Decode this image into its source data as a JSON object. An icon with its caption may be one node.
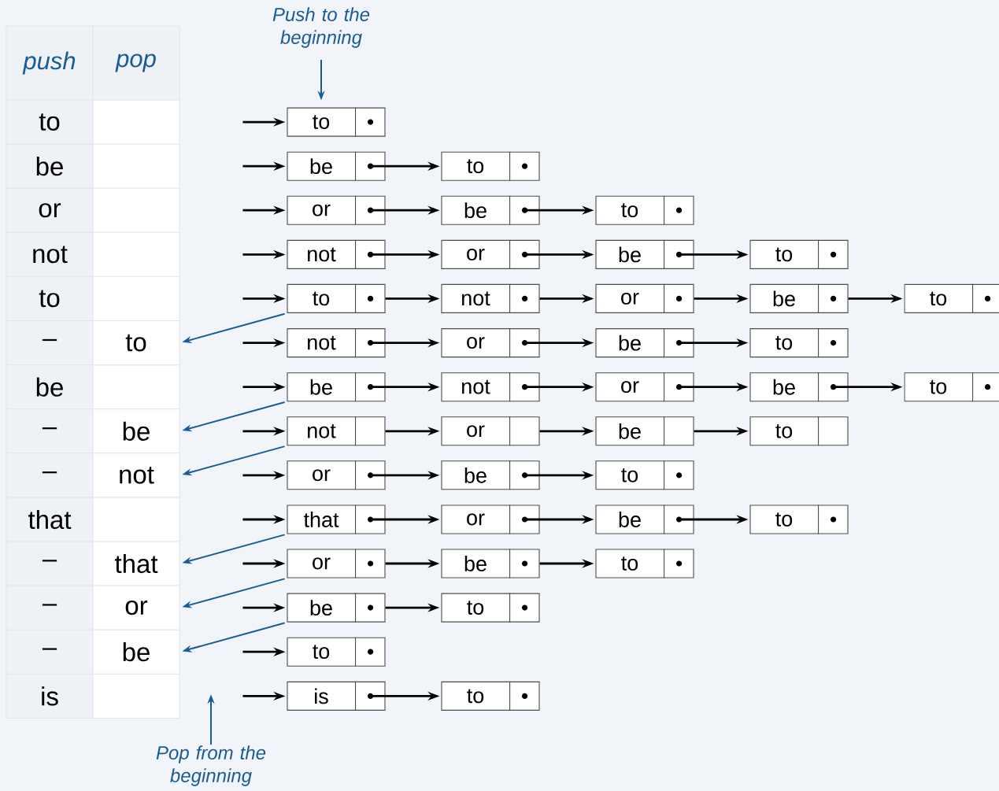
{
  "diagram": {
    "nodes": [
      {
        "text": [
          "Push to the beginning"
        ]
      },
      {
        "text": [
          "to"
        ]
      },
      {
        "text": [
          "be"
        ]
      },
      {
        "text": [
          "to"
        ]
      },
      {
        "text": [
          "or"
        ]
      },
      {
        "text": [
          "be"
        ]
      },
      {
        "text": [
          "to"
        ]
      },
      {
        "text": [
          "not"
        ]
      },
      {
        "text": [
          "or"
        ]
      },
      {
        "text": [
          "be"
        ]
      },
      {
        "text": [
          "to"
        ]
      },
      {
        "text": [
          "to"
        ]
      },
      {
        "text": [
          "not"
        ]
      },
      {
        "text": [
          "or"
        ]
      },
      {
        "text": [
          "be"
        ]
      },
      {
        "text": [
          "to"
        ]
      },
      {
        "text": [
          "to"
        ]
      },
      {
        "text": [
          "not"
        ]
      },
      {
        "text": [
          "or"
        ]
      },
      {
        "text": [
          "be"
        ]
      },
      {
        "text": [
          "to"
        ]
      },
      {
        "text": [
          "be"
        ]
      },
      {
        "text": [
          "not"
        ]
      },
      {
        "text": [
          "or"
        ]
      },
      {
        "text": [
          "be"
        ]
      },
      {
        "text": [
          "to"
        ]
      },
      {
        "text": [
          "be"
        ]
      },
      {
        "text": [
          "not"
        ]
      },
      {
        "text": [
          "or"
        ]
      },
      {
        "text": [
          "be"
        ]
      },
      {
        "text": [
          "to"
        ]
      },
      {
        "text": [
          "not"
        ]
      },
      {
        "text": [
          "or"
        ]
      },
      {
        "text": [
          "be"
        ]
      },
      {
        "text": [
          "to"
        ]
      },
      {
        "text": [
          "that"
        ]
      },
      {
        "text": [
          "or"
        ]
      },
      {
        "text": [
          "be"
        ]
      },
      {
        "text": [
          "to"
        ]
      },
      {
        "text": [
          "that"
        ]
      },
      {
        "text": [
          "or"
        ]
      },
      {
        "text": [
          "be"
        ]
      },
      {
        "text": [
          "to"
        ]
      },
      {
        "text": [
          "or"
        ]
      },
      {
        "text": [
          "be"
        ]
      },
      {
        "text": [
          "to"
        ]
      },
      {
        "text": [
          "be"
        ]
      },
      {
        "text": [
          "to"
        ]
      },
      {
        "text": [
          "is"
        ]
      },
      {
        "text": [
          "to"
        ]
      },
      {
        "text": [
          "Pop from the beginning"
        ]
      }
    ],
    "edges": [
      {
        "from": 0,
        "to": 1,
        "arrow": "to",
        "color": "#1a5a97"
      },
      {
        "from": null,
        "to": 1,
        "arrow": "to"
      },
      {
        "from": null,
        "to": 2,
        "arrow": "to"
      },
      {
        "from": 2,
        "to": 3,
        "arrow": "to"
      },
      {
        "from": null,
        "to": 4,
        "arrow": "to"
      },
      {
        "from": 4,
        "to": 5,
        "arrow": "to"
      },
      {
        "from": 5,
        "to": 6,
        "arrow": "to"
      },
      {
        "from": null,
        "to": 7,
        "arrow": "to"
      },
      {
        "from": 7,
        "to": 8,
        "arrow": "to"
      },
      {
        "from": 8,
        "to": 9,
        "arrow": "to"
      },
      {
        "from": 9,
        "to": 10,
        "arrow": "to"
      },
      {
        "from": null,
        "to": 11,
        "arrow": "to"
      },
      {
        "from": 11,
        "to": 12,
        "arrow": "to"
      },
      {
        "from": 12,
        "to": 13,
        "arrow": "to"
      },
      {
        "from": 13,
        "to": 14,
        "arrow": "to"
      },
      {
        "from": 14,
        "to": 15,
        "arrow": "to"
      },
      {
        "from": null,
        "to": 17,
        "arrow": "to"
      },
      {
        "from": 17,
        "to": 18,
        "arrow": "to"
      },
      {
        "from": 18,
        "to": 19,
        "arrow": "to"
      },
      {
        "from": 19,
        "to": 20,
        "arrow": "to"
      },
      {
        "from": 11,
        "to": 16,
        "arrow": "to",
        "color": "#1a5a97"
      },
      {
        "from": null,
        "to": 21,
        "arrow": "to"
      },
      {
        "from": 21,
        "to": 22,
        "arrow": "to"
      },
      {
        "from": 22,
        "to": 23,
        "arrow": "to"
      },
      {
        "from": 23,
        "to": 24,
        "arrow": "to"
      },
      {
        "from": 24,
        "to": 25,
        "arrow": "to"
      },
      {
        "from": null,
        "to": 27,
        "arrow": "to"
      },
      {
        "from": 27,
        "to": 28,
        "arrow": "to"
      },
      {
        "from": 28,
        "to": 29,
        "arrow": "to"
      },
      {
        "from": 29,
        "to": 30,
        "arrow": "to"
      },
      {
        "from": 21,
        "to": 26,
        "arrow": "to",
        "color": "#1a5a97"
      },
      {
        "from": null,
        "to": 32,
        "arrow": "to"
      },
      {
        "from": 32,
        "to": 33,
        "arrow": "to"
      },
      {
        "from": 33,
        "to": 34,
        "arrow": "to"
      },
      {
        "from": 27,
        "to": 31,
        "arrow": "to",
        "color": "#1a5a97"
      },
      {
        "from": null,
        "to": 35,
        "arrow": "to"
      },
      {
        "from": 35,
        "to": 36,
        "arrow": "to"
      },
      {
        "from": 36,
        "to": 37,
        "arrow": "to"
      },
      {
        "from": 37,
        "to": 38,
        "arrow": "to"
      },
      {
        "from": null,
        "to": 40,
        "arrow": "to"
      },
      {
        "from": 40,
        "to": 41,
        "arrow": "to"
      },
      {
        "from": 41,
        "to": 42,
        "arrow": "to"
      },
      {
        "from": 35,
        "to": 39,
        "arrow": "to",
        "color": "#1a5a97"
      },
      {
        "from": null,
        "to": 44,
        "arrow": "to"
      },
      {
        "from": 44,
        "to": 45,
        "arrow": "to"
      },
      {
        "from": 40,
        "to": 43,
        "arrow": "to",
        "color": "#1a5a97"
      },
      {
        "from": null,
        "to": 47,
        "arrow": "to"
      },
      {
        "from": 44,
        "to": 46,
        "arrow": "to",
        "color": "#1a5a97"
      },
      {
        "from": null,
        "to": 48,
        "arrow": "to"
      },
      {
        "from": 48,
        "to": 49,
        "arrow": "to"
      },
      {
        "from": 50,
        "to": null,
        "arrow": "to",
        "color": "#1a5a97"
      }
    ],
    "labels": [
      "push",
      "pop",
      "to",
      "be",
      "or",
      "not",
      "to",
      "–",
      "be",
      "–",
      "–",
      "that",
      "–",
      "–",
      "–",
      "is"
    ]
  }
}
